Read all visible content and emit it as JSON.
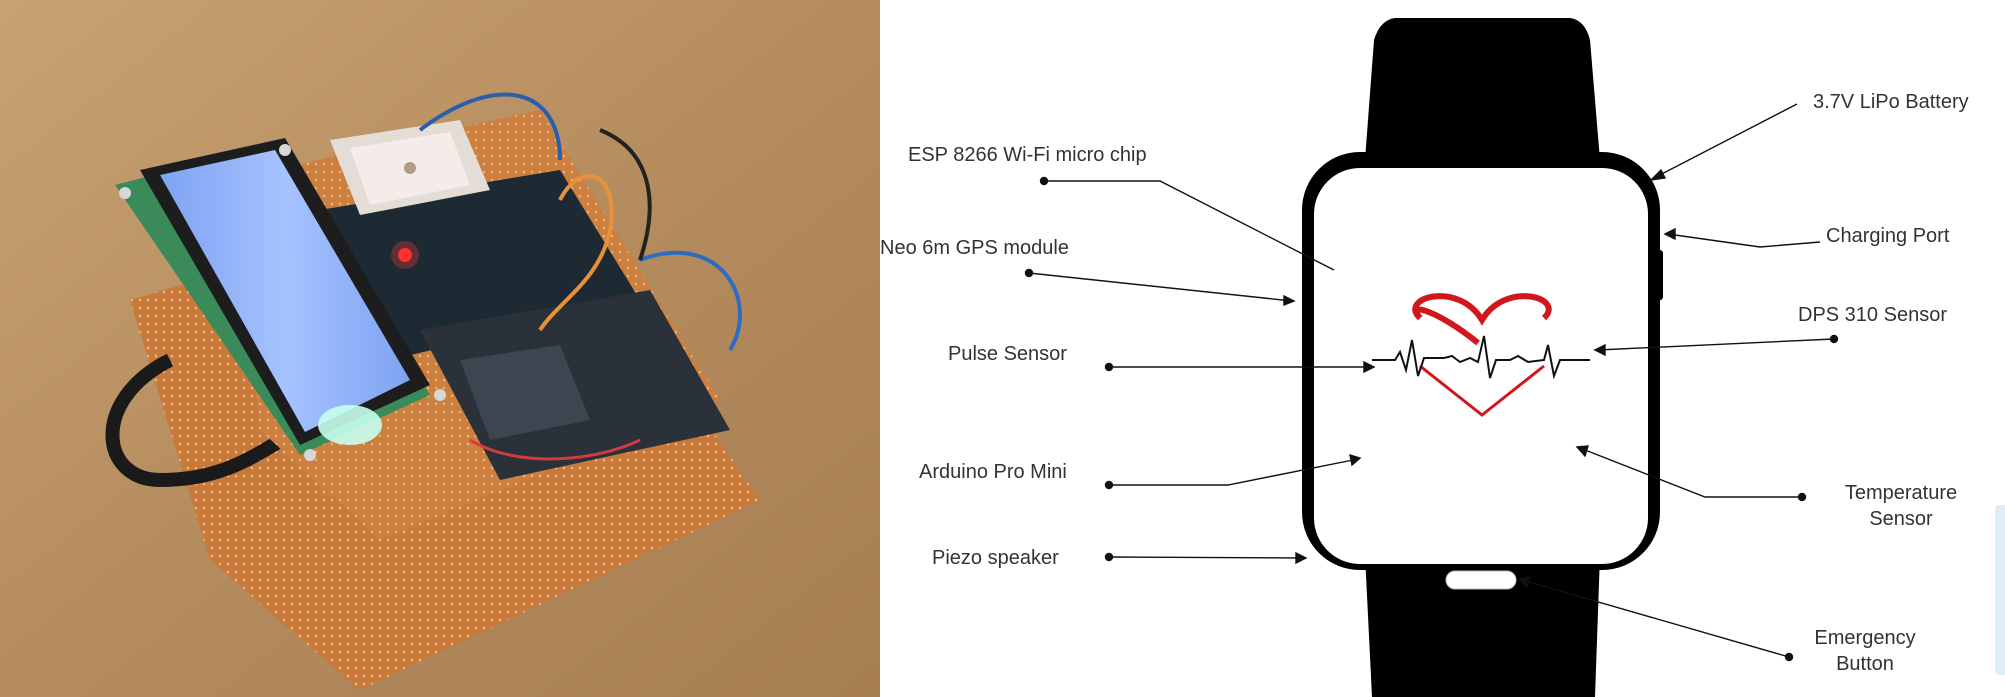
{
  "labels": {
    "esp8266": "ESP 8266 Wi-Fi micro chip",
    "gps": "Neo 6m GPS module",
    "pulse": "Pulse Sensor",
    "arduino": "Arduino Pro Mini",
    "piezo": "Piezo speaker",
    "battery": "3.7V LiPo Battery",
    "charging": "Charging Port",
    "dps310": "DPS 310 Sensor",
    "temp_line1": "Temperature",
    "temp_line2": "Sensor",
    "emergency_line1": "Emergency",
    "emergency_line2": "Button"
  },
  "colors": {
    "watch": "#000000",
    "heart": "#d0171b",
    "label_text": "#333333",
    "pcb": "#c9793a",
    "lcd": "#8fb3f7",
    "table": "#b58c5e"
  },
  "icons": {
    "watch": "smartwatch-outline",
    "heart": "heart-ecg-icon"
  }
}
